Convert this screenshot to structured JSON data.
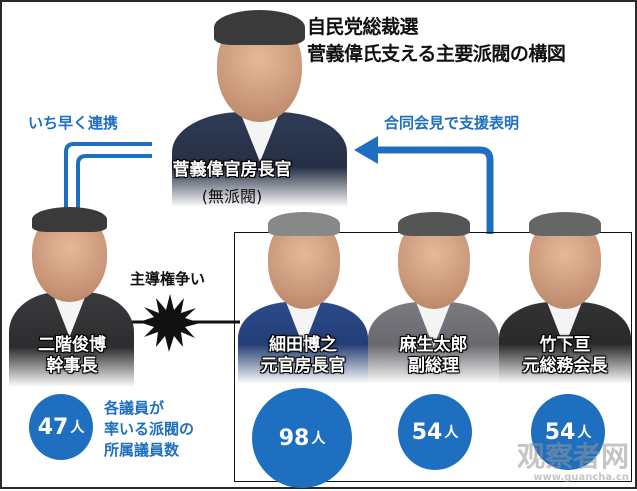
{
  "title": {
    "line1": "自民党総裁選",
    "line2": "菅義偉氏支える主要派閥の構図"
  },
  "arrows": {
    "left_label": "いち早く連携",
    "right_label": "合同会見で支援表明",
    "conflict_label": "主導権争い"
  },
  "center": {
    "name": "菅義偉官房長官",
    "faction": "(無派閥)"
  },
  "people": [
    {
      "name": "二階俊博",
      "title": "幹事長",
      "members": "47",
      "unit": "人"
    },
    {
      "name": "細田博之",
      "title": "元官房長官",
      "members": "98",
      "unit": "人"
    },
    {
      "name": "麻生太郎",
      "title": "副総理",
      "members": "54",
      "unit": "人"
    },
    {
      "name": "竹下亘",
      "title": "元総務会長",
      "members": "54",
      "unit": "人"
    }
  ],
  "legend": {
    "line1": "各議員が",
    "line2": "率いる派閥の",
    "line3": "所属議員数"
  },
  "watermark": {
    "text": "观察者网",
    "url": "www.guancha.cn"
  },
  "colors": {
    "accent": "#1f6fc0"
  }
}
